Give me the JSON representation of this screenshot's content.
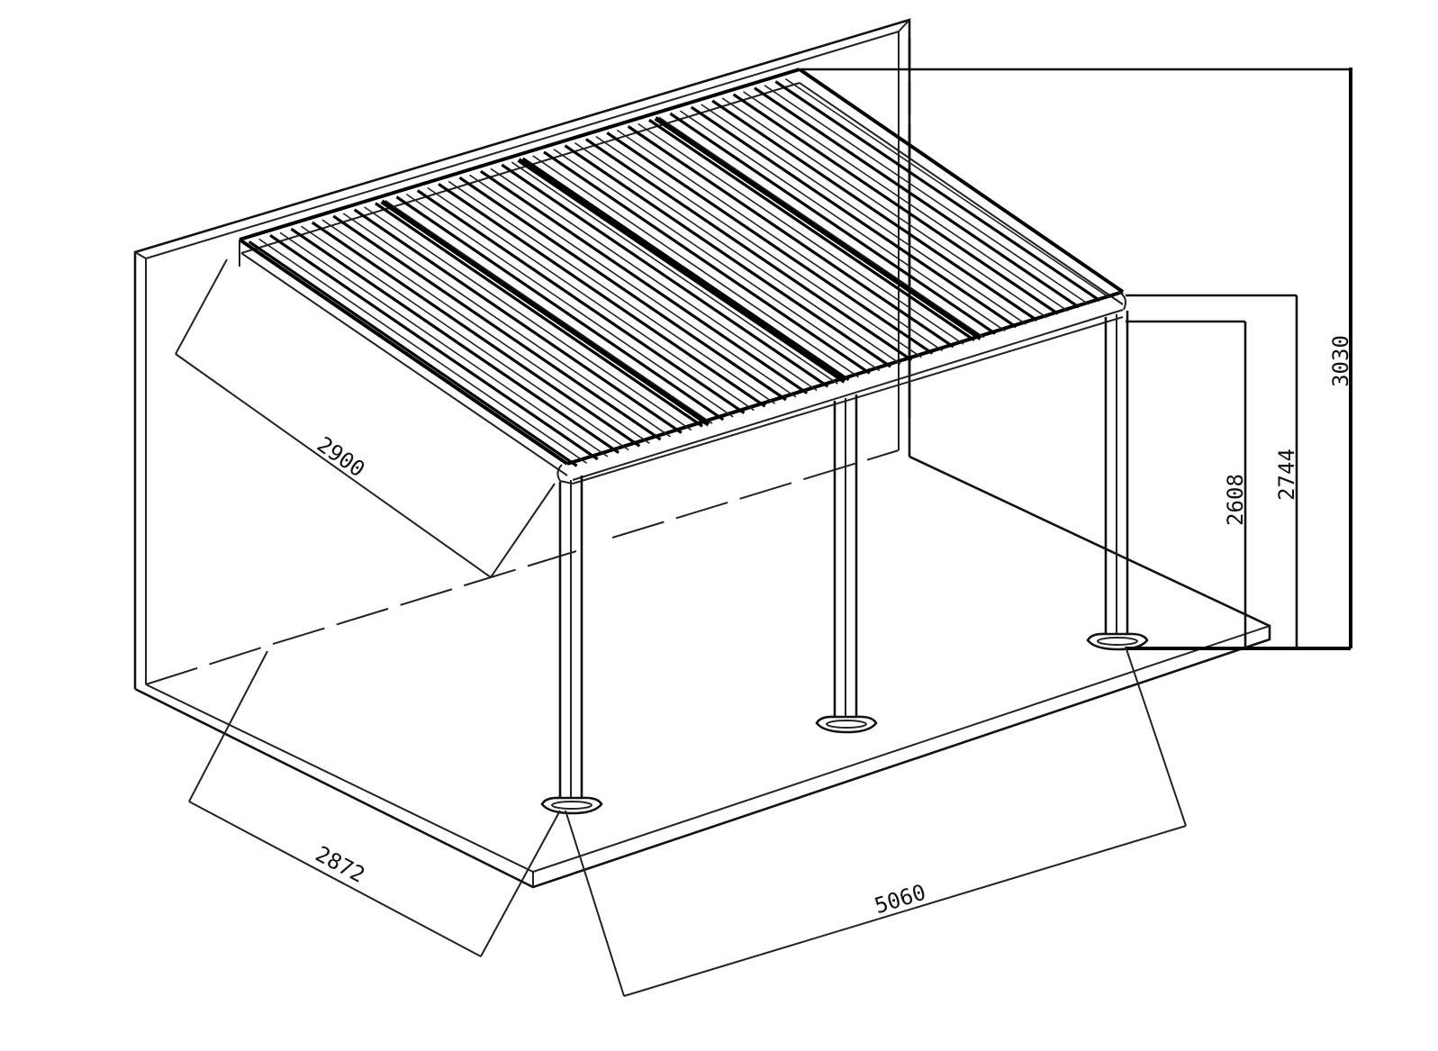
{
  "diagram": {
    "type": "technical-drawing",
    "subject": "wall-mounted louvered pergola",
    "units_printed": "",
    "dimensions": {
      "total_height": "3030",
      "beam_height": "2744",
      "clear_height": "2608",
      "roof_depth": "2900",
      "post_projection": "2872",
      "width": "5060"
    },
    "louver_count": 26,
    "post_count": 3,
    "colors": {
      "line": "#000000",
      "background": "#ffffff"
    }
  }
}
